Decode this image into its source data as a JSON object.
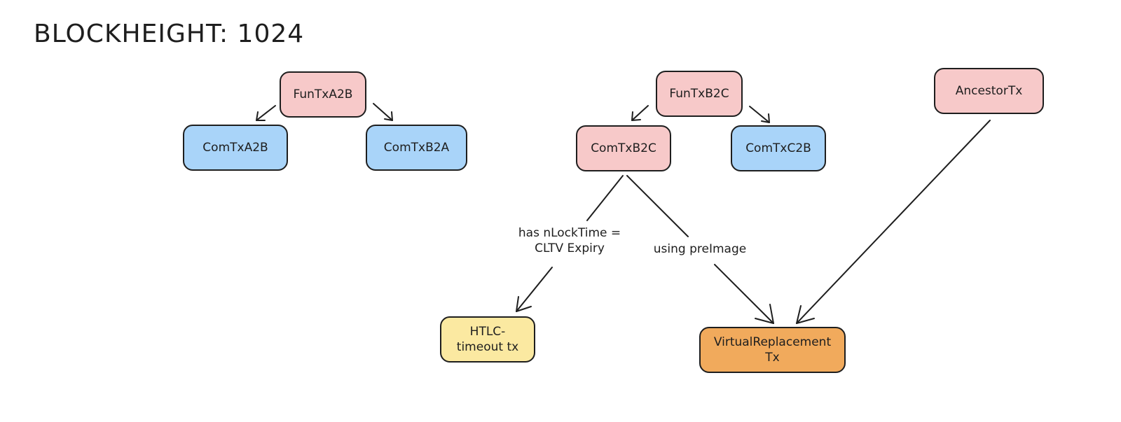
{
  "title": "BLOCKHEIGHT: 1024",
  "nodes": {
    "fun_a2b": "FunTxA2B",
    "com_a2b": "ComTxA2B",
    "com_b2a": "ComTxB2A",
    "fun_b2c": "FunTxB2C",
    "com_b2c": "ComTxB2C",
    "com_c2b": "ComTxC2B",
    "ancestor": "AncestorTx",
    "htlc_timeout": "HTLC-\ntimeout tx",
    "virtual_replacement": "VirtualReplacement\nTx"
  },
  "edges": {
    "nlocktime_label": "has nLockTime =\nCLTV Expiry",
    "preimage_label": "using preImage"
  },
  "colors": {
    "pink": "#f7c9c9",
    "blue": "#a9d4f9",
    "yellow": "#fbe9a1",
    "orange": "#f1aa5c",
    "stroke": "#1e1e1e"
  }
}
